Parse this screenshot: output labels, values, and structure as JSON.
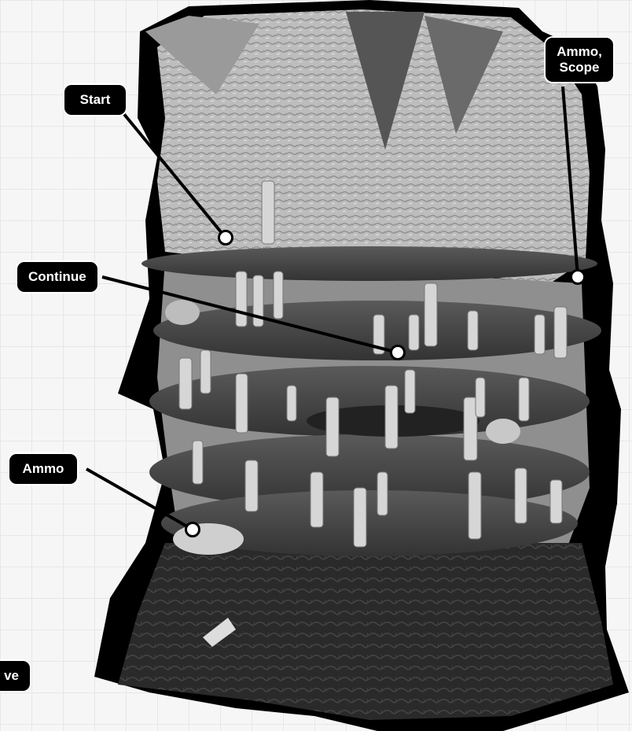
{
  "map": {
    "callouts": {
      "start": "Start",
      "continue": "Continue",
      "ammo": "Ammo",
      "ammo_scope": "Ammo,\nScope",
      "cut_off": "ve"
    }
  },
  "colors": {
    "outline": "#000000",
    "rock_light": "#b9b9b9",
    "rock_dark": "#3a3a3a",
    "platform": "#4a4a4a",
    "pillar": "#d8d8d8"
  }
}
